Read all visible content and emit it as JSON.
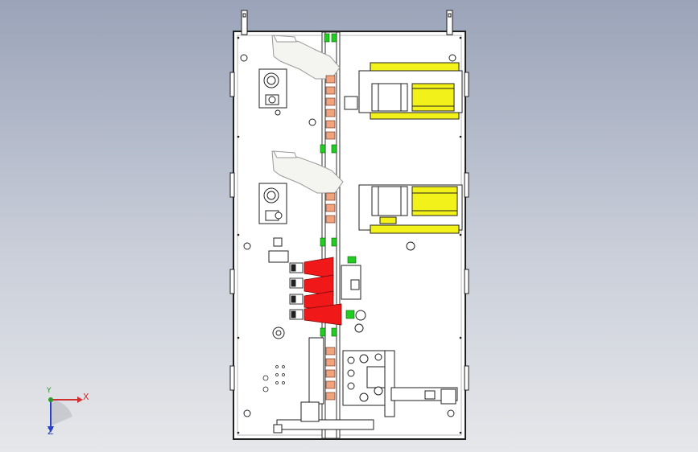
{
  "triad": {
    "x_label": "X",
    "y_label": "Y",
    "z_label": "Z"
  },
  "colors": {
    "background_top": "#9aa3b8",
    "background_bottom": "#e6e7ea",
    "plate": "#ffffff",
    "outline": "#202020",
    "coil_yellow": "#f2f21a",
    "pusher_red": "#f01818",
    "sensor_green": "#22cc22",
    "pad_salmon": "#f0a37c",
    "axis_x": "#d03030",
    "axis_y": "#2a9a2a",
    "axis_z": "#2840c8"
  },
  "icons": [
    "coordinate-triad-icon"
  ]
}
